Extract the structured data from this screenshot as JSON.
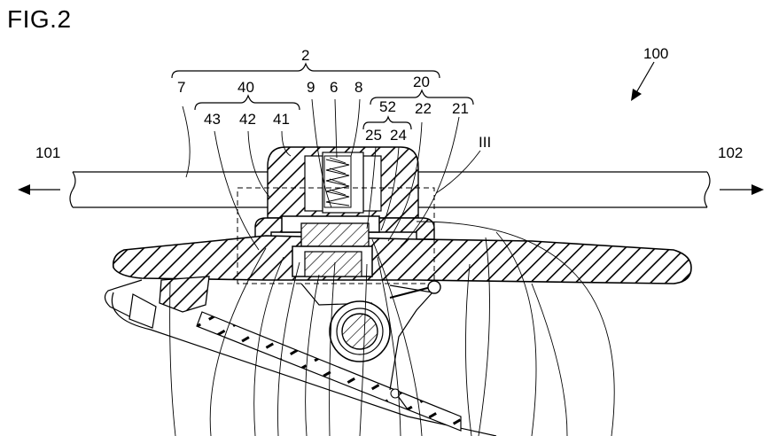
{
  "figure_title": "FIG.2",
  "labels": {
    "l2": "2",
    "l100": "100",
    "l7": "7",
    "l40": "40",
    "l9": "9",
    "l6": "6",
    "l8": "8",
    "l20": "20",
    "l52": "52",
    "l22": "22",
    "l21": "21",
    "l43": "43",
    "l42": "42",
    "l41": "41",
    "l25": "25",
    "l24": "24",
    "l101": "101",
    "l102": "102",
    "l3": "III"
  }
}
